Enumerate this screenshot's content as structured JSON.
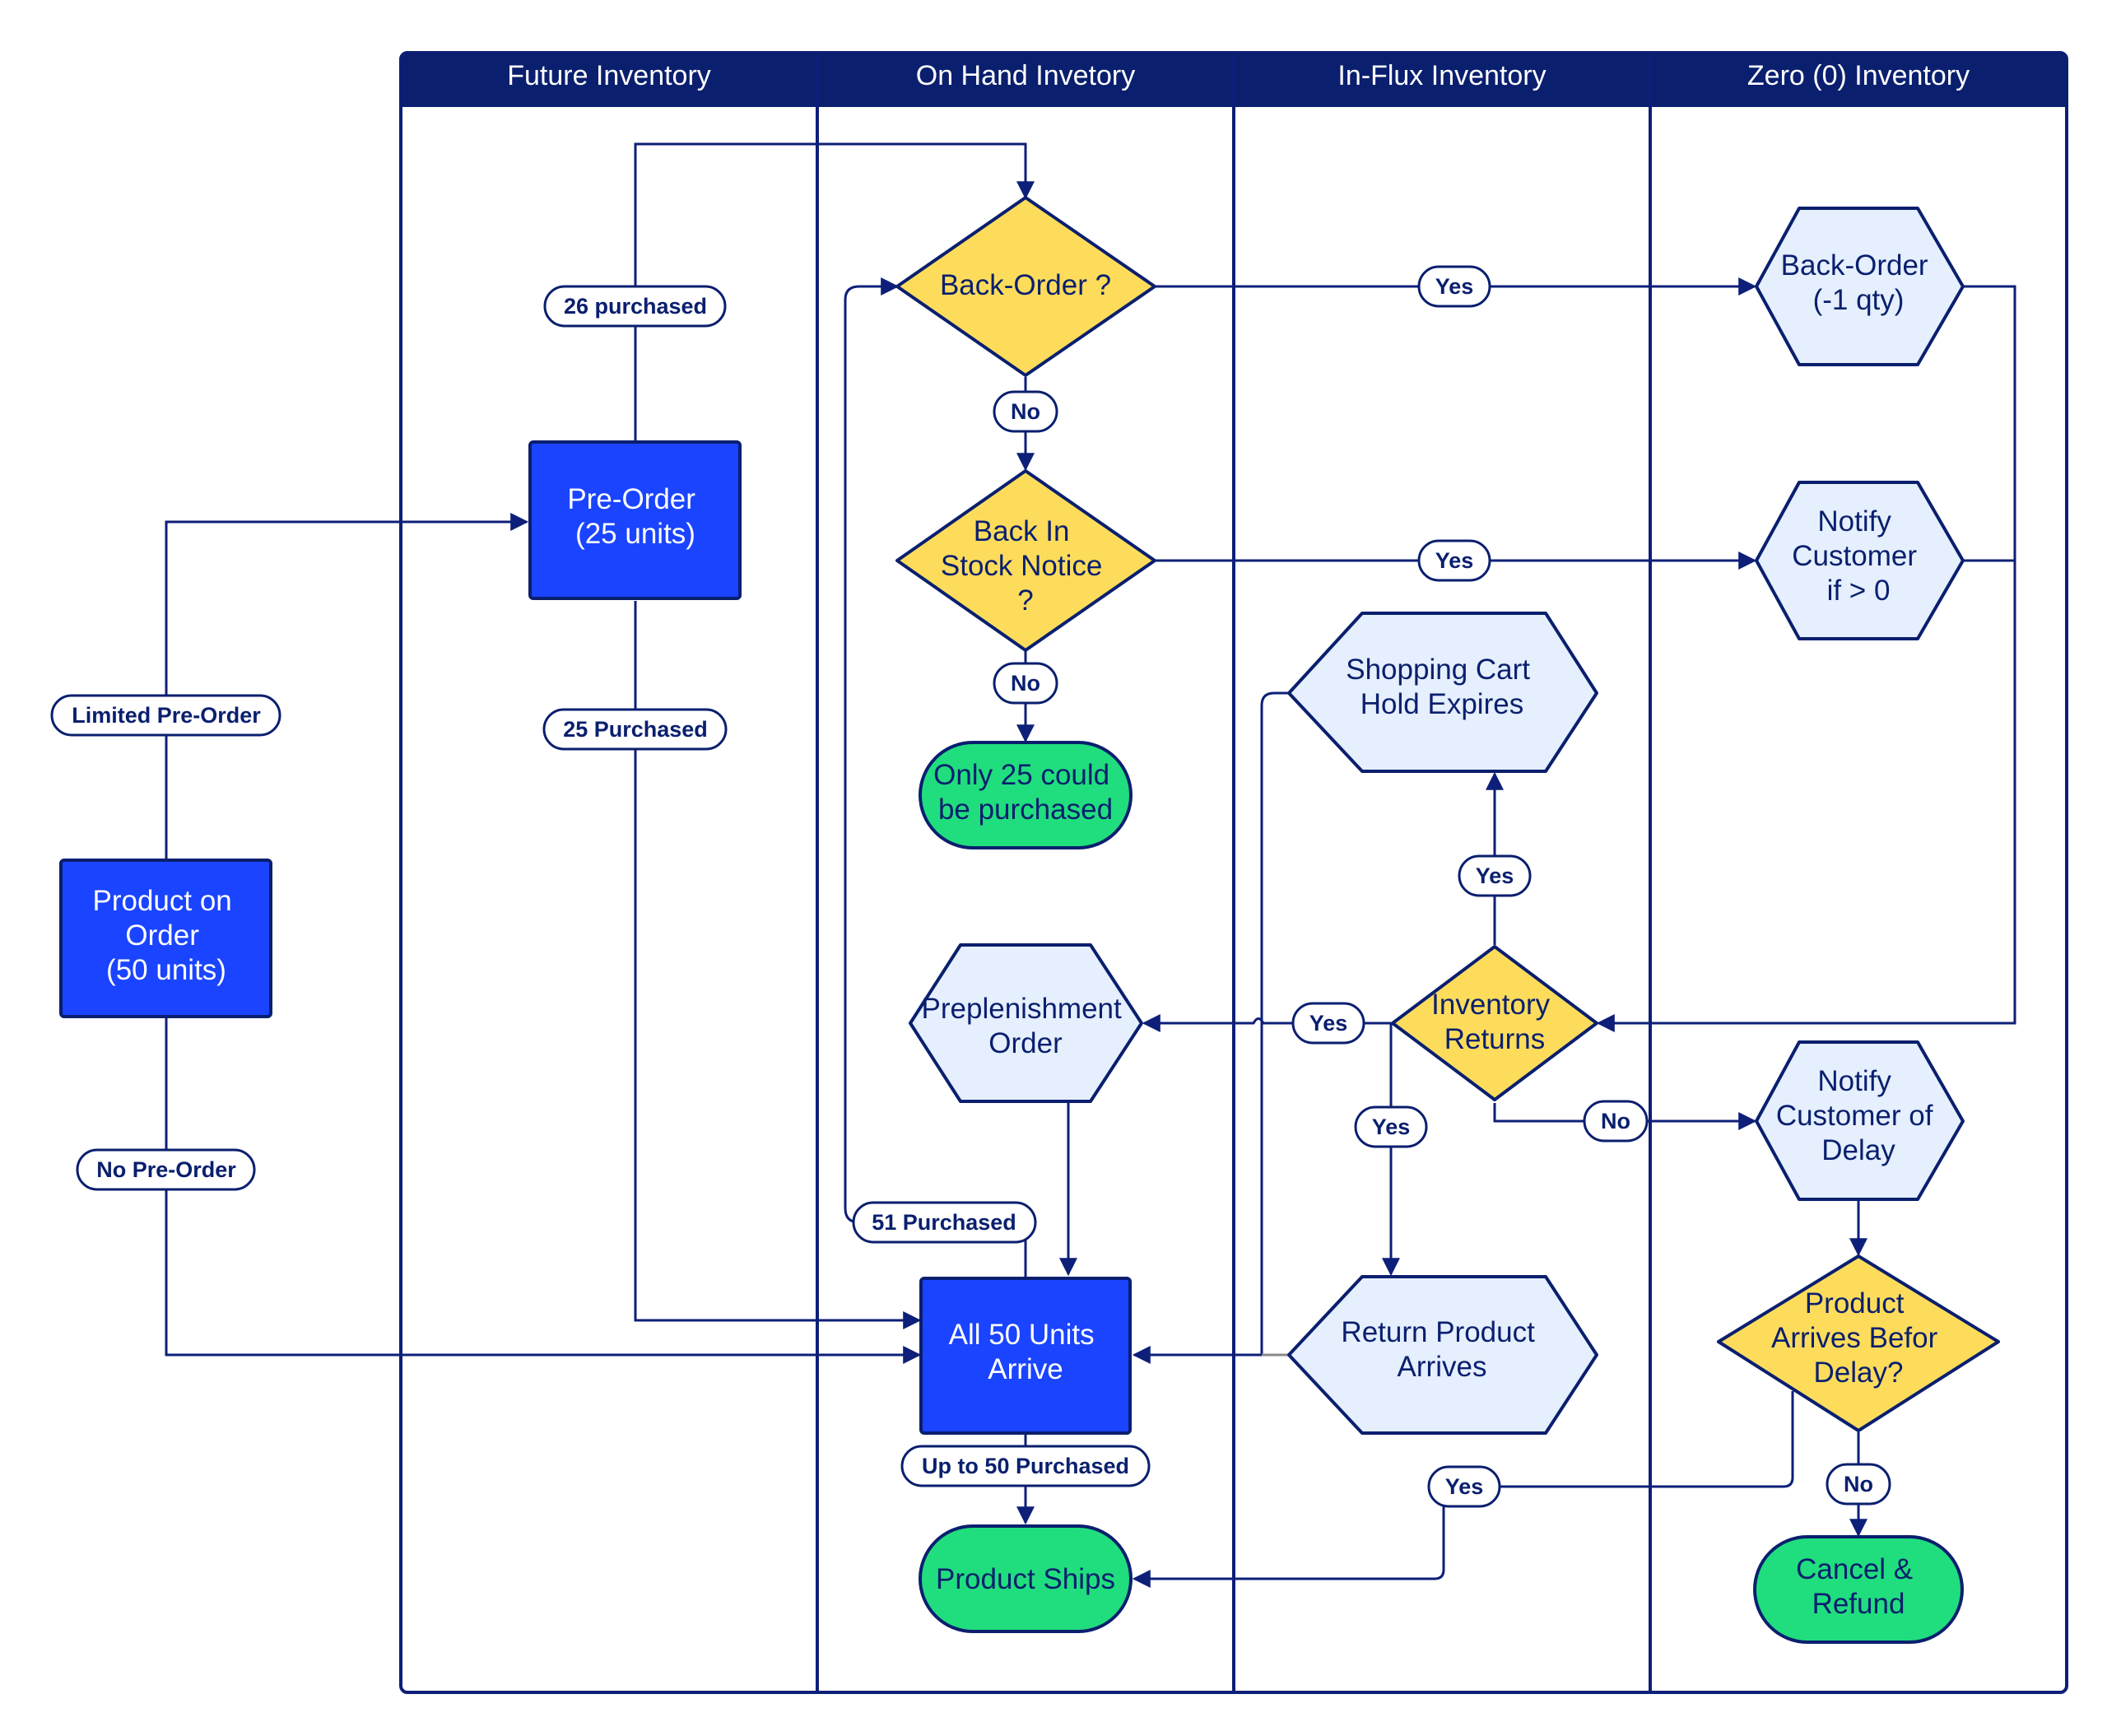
{
  "lanes": [
    {
      "title": "Future Inventory"
    },
    {
      "title": "On Hand Invetory"
    },
    {
      "title": "In-Flux Inventory"
    },
    {
      "title": "Zero (0) Inventory"
    }
  ],
  "nodes": {
    "product_on_order": [
      "Product on",
      "Order",
      "(50 units)"
    ],
    "pre_order": [
      "Pre-Order",
      "(25 units)"
    ],
    "back_order_decision": [
      "Back-Order ?"
    ],
    "back_in_stock_decision": [
      "Back In",
      "Stock Notice",
      "?"
    ],
    "only_25": [
      "Only 25 could",
      "be purchased"
    ],
    "preplenishment_order": [
      "Preplenishment",
      "Order"
    ],
    "all_50_arrive": [
      "All 50 Units",
      "Arrive"
    ],
    "product_ships": [
      "Product Ships"
    ],
    "shopping_cart_hold": [
      "Shopping Cart",
      "Hold Expires"
    ],
    "inventory_returns": [
      "Inventory",
      "Returns"
    ],
    "return_product_arrives": [
      "Return Product",
      "Arrives"
    ],
    "back_order_qty": [
      "Back-Order",
      "(-1 qty)"
    ],
    "notify_customer": [
      "Notify",
      "Customer",
      "if > 0"
    ],
    "notify_delay": [
      "Notify",
      "Customer of",
      "Delay"
    ],
    "arrives_before_delay": [
      "Product",
      "Arrives Befor",
      "Delay?"
    ],
    "cancel_refund": [
      "Cancel &",
      "Refund"
    ]
  },
  "labels": {
    "limited_preorder": "Limited Pre-Order",
    "no_preorder": "No Pre-Order",
    "purchased_26": "26 purchased",
    "purchased_25": "25 Purchased",
    "purchased_51": "51 Purchased",
    "up_to_50": "Up to 50 Purchased",
    "yes_backorder": "Yes",
    "no_backorder": "No",
    "yes_stock_notice": "Yes",
    "no_stock_notice": "No",
    "yes_cart": "Yes",
    "yes_replenish": "Yes",
    "yes_return": "Yes",
    "no_returns": "No",
    "yes_arrives": "Yes",
    "no_arrives": "No"
  },
  "colors": {
    "lane_header": "#0a1f6e",
    "lane_border": "#0d1f78",
    "process_fill": "#1a44ff",
    "decision_fill": "#fddc5c",
    "terminal_fill": "#20de7e",
    "event_fill": "#e5effd",
    "dark_text": "#0a1f6e"
  }
}
